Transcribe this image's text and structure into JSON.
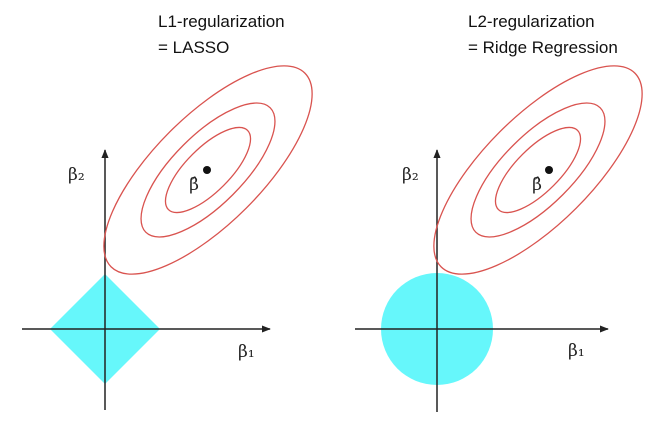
{
  "panels": [
    {
      "title_line1": "L1-regularization",
      "title_line2": "= LASSO",
      "axis_x_label": "β₁",
      "axis_y_label": "β₂",
      "estimate_label": "β̂",
      "constraint_shape": "diamond"
    },
    {
      "title_line1": "L2-regularization",
      "title_line2": "= Ridge Regression",
      "axis_x_label": "β₁",
      "axis_y_label": "β₂",
      "estimate_label": "β̂",
      "constraint_shape": "circle"
    }
  ],
  "colors": {
    "constraint_fill": "#66f7fb",
    "contour_stroke": "#d9534f",
    "axis": "#222222"
  }
}
